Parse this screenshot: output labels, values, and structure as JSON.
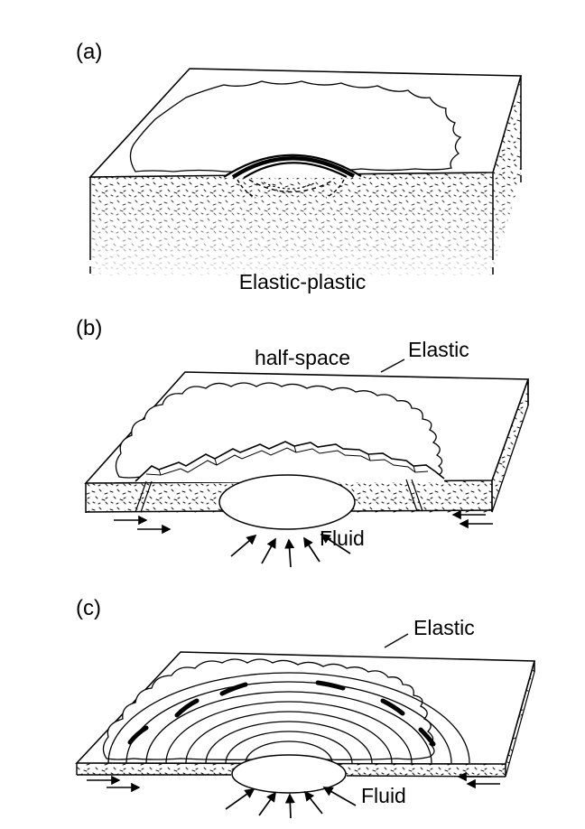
{
  "panels": {
    "a": {
      "label": "(a)",
      "caption_line1": "Elastic-plastic",
      "caption_line2": "half-space"
    },
    "b": {
      "label": "(b)",
      "material_label": "Elastic",
      "fluid_label": "Fluid"
    },
    "c": {
      "label": "(c)",
      "material_label": "Elastic",
      "fluid_label": "Fluid"
    }
  },
  "colors": {
    "ink": "#000000",
    "paper": "#ffffff"
  }
}
